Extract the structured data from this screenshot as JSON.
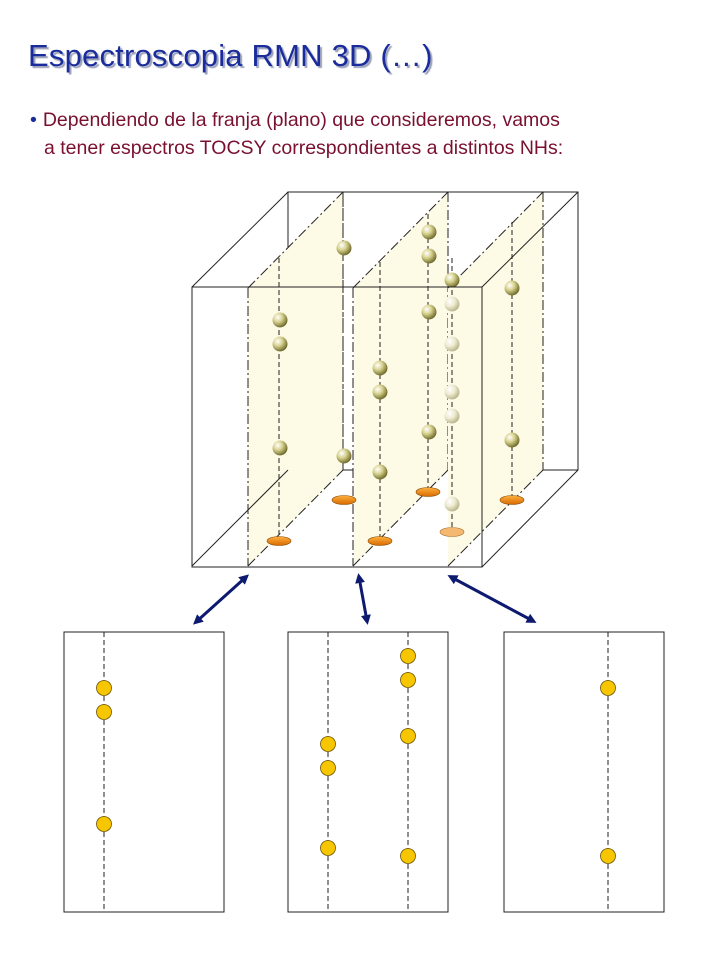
{
  "slide": {
    "title": "Espectroscopia RMN 3D (…)",
    "bullet_line1": "Dependiendo de la franja (plano) que consideremos, vamos",
    "bullet_line2": "a tener espectros TOCSY correspondientes a distintos NHs:"
  },
  "colors": {
    "title": "#1a2c9c",
    "bullet_text": "#7a1030",
    "sphere": "#c8c070",
    "ellipse": "#f08a10",
    "panel_dot": "#f7c600",
    "arrow": "#0d1a70",
    "plane_fill": "#fdfbe6"
  }
}
